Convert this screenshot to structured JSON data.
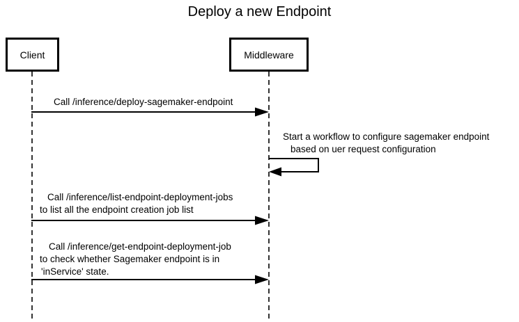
{
  "title": "Deploy a new Endpoint",
  "actors": {
    "client": "Client",
    "middleware": "Middleware"
  },
  "messages": {
    "deploy_endpoint": {
      "line1": "Call /inference/deploy-sagemaker-endpoint"
    },
    "workflow_self_note": {
      "line1": "Start a workflow to configure sagemaker endpoint",
      "line2": "based on uer request configuration"
    },
    "list_jobs": {
      "line1": "Call /inference/list-endpoint-deployment-jobs",
      "line2": "to list all the endpoint creation job list"
    },
    "get_job": {
      "line1": "Call /inference/get-endpoint-deployment-job",
      "line2": "to check whether Sagemaker endpoint is in",
      "line3": "'inService' state."
    }
  },
  "colors": {
    "line": "#000000",
    "background": "#ffffff",
    "text": "#000000"
  }
}
